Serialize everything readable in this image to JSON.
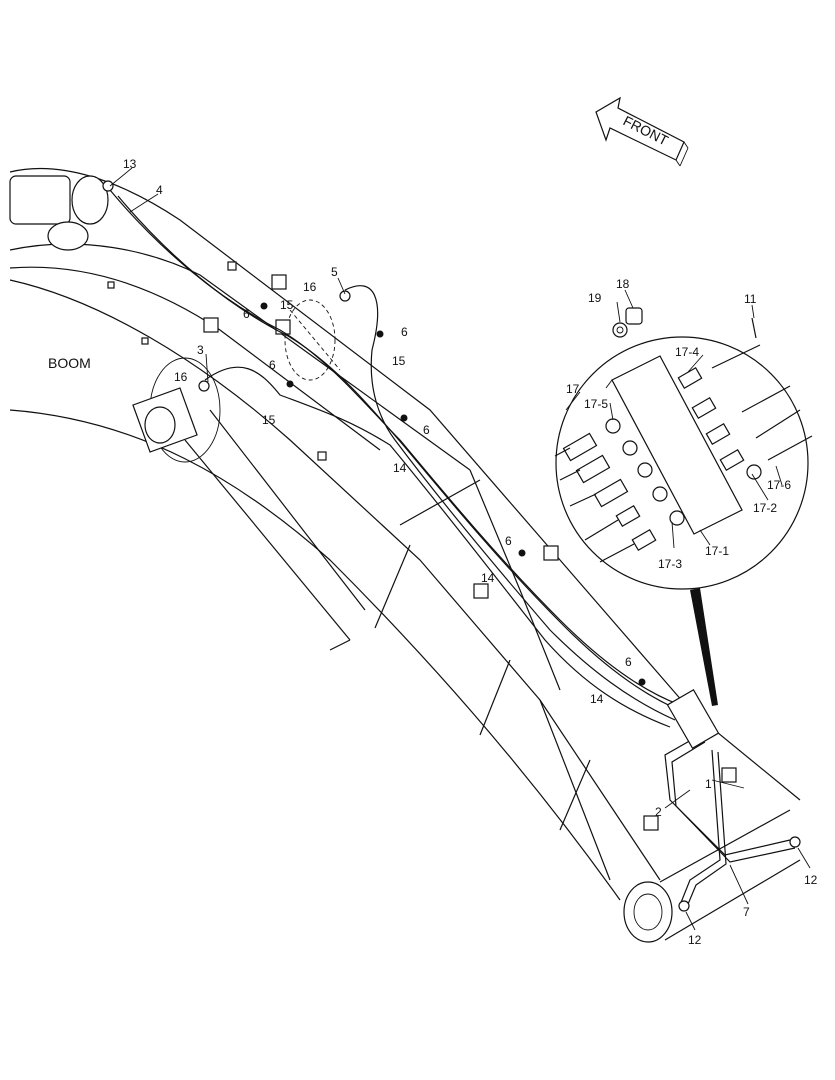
{
  "labels": {
    "boom": "BOOM",
    "front": "FRONT"
  },
  "callouts": [
    {
      "id": "c1",
      "text": "1"
    },
    {
      "id": "c2",
      "text": "2"
    },
    {
      "id": "c3",
      "text": "3"
    },
    {
      "id": "c4",
      "text": "4"
    },
    {
      "id": "c5",
      "text": "5"
    },
    {
      "id": "c6a",
      "text": "6"
    },
    {
      "id": "c6b",
      "text": "6"
    },
    {
      "id": "c6c",
      "text": "6"
    },
    {
      "id": "c6d",
      "text": "6"
    },
    {
      "id": "c6e",
      "text": "6"
    },
    {
      "id": "c6f",
      "text": "6"
    },
    {
      "id": "c7",
      "text": "7"
    },
    {
      "id": "c11",
      "text": "11"
    },
    {
      "id": "c12a",
      "text": "12"
    },
    {
      "id": "c12b",
      "text": "12"
    },
    {
      "id": "c13",
      "text": "13"
    },
    {
      "id": "c14a",
      "text": "14"
    },
    {
      "id": "c14b",
      "text": "14"
    },
    {
      "id": "c14c",
      "text": "14"
    },
    {
      "id": "c15a",
      "text": "15"
    },
    {
      "id": "c15b",
      "text": "15"
    },
    {
      "id": "c15c",
      "text": "15"
    },
    {
      "id": "c16a",
      "text": "16"
    },
    {
      "id": "c16b",
      "text": "16"
    },
    {
      "id": "c17",
      "text": "17"
    },
    {
      "id": "c17_1",
      "text": "17-1"
    },
    {
      "id": "c17_2",
      "text": "17-2"
    },
    {
      "id": "c17_3",
      "text": "17-3"
    },
    {
      "id": "c17_4",
      "text": "17-4"
    },
    {
      "id": "c17_5",
      "text": "17-5"
    },
    {
      "id": "c17_6",
      "text": "17-6"
    },
    {
      "id": "c18",
      "text": "18"
    },
    {
      "id": "c19",
      "text": "19"
    }
  ]
}
